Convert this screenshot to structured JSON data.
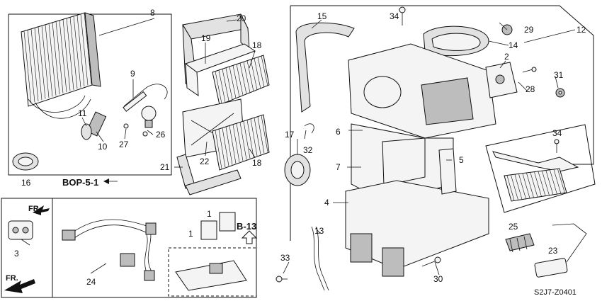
{
  "callouts": {
    "c1a": "1",
    "c1b": "1",
    "c2": "2",
    "c3": "3",
    "c4": "4",
    "c5": "5",
    "c6": "6",
    "c7": "7",
    "c8": "8",
    "c9": "9",
    "c10": "10",
    "c11": "11",
    "c12": "12",
    "c13": "13",
    "c14": "14",
    "c15": "15",
    "c16": "16",
    "c17": "17",
    "c18a": "18",
    "c18b": "18",
    "c19": "19",
    "c20": "20",
    "c21": "21",
    "c22": "22",
    "c23": "23",
    "c24": "24",
    "c25": "25",
    "c26": "26",
    "c27": "27",
    "c28": "28",
    "c29": "29",
    "c30": "30",
    "c31": "31",
    "c32": "32",
    "c33": "33",
    "c34a": "34",
    "c34b": "34"
  },
  "references": {
    "bop": "BOP-5-1",
    "b13": "B-13",
    "fr_top": "FR.",
    "fr_bottom": "FR."
  },
  "diagram_code": "S2J7-Z0401",
  "icons": [
    "arrow-left-icon",
    "arrow-up-icon",
    "front-direction-arrow-icon"
  ]
}
